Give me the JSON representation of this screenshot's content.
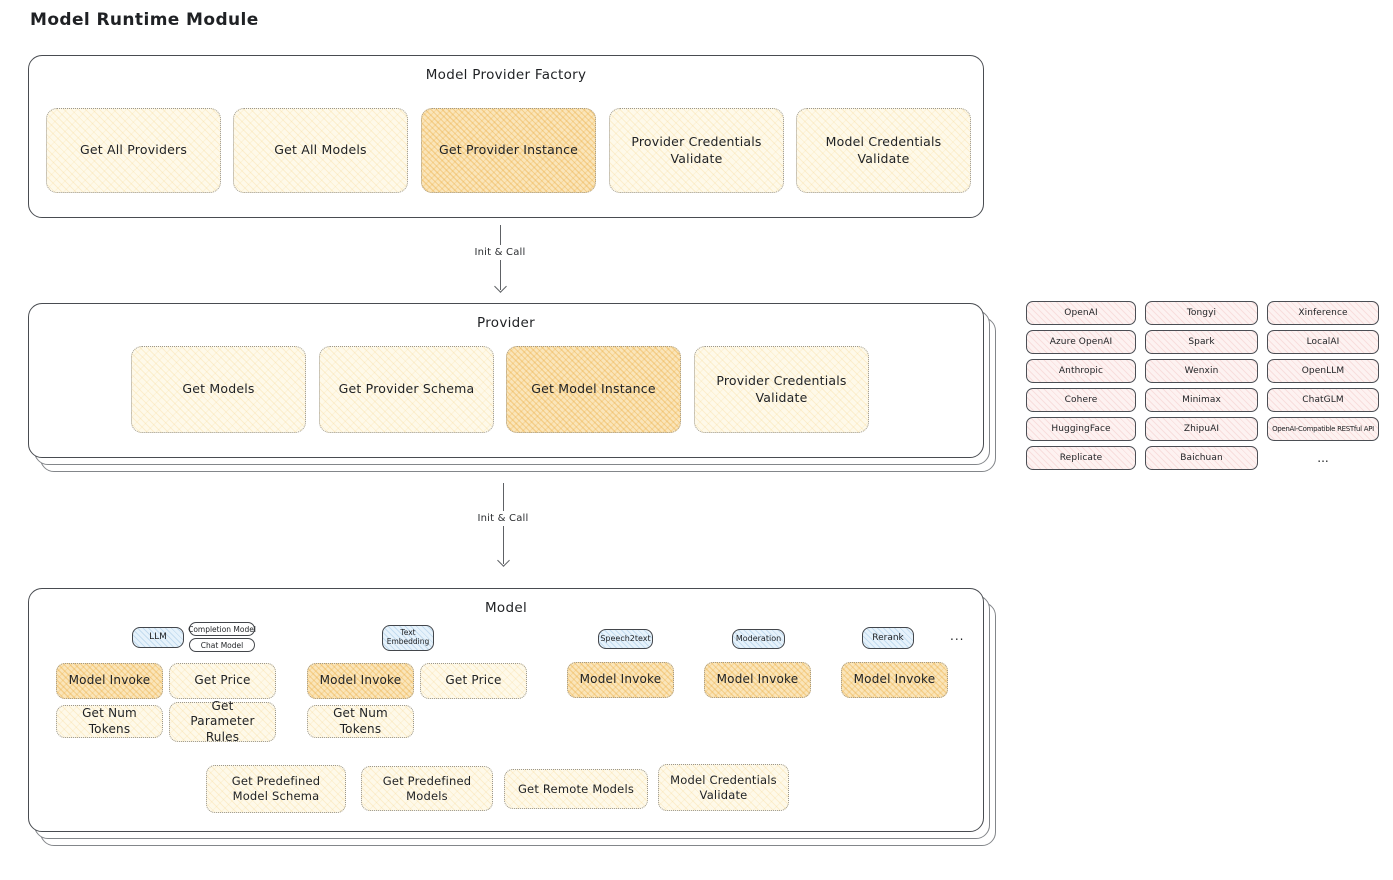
{
  "page_title": "Model Runtime Module",
  "colors": {
    "node_yellow": "#FEF9E9",
    "node_highlight_orange": "#FAE5BA",
    "tab_blue": "#E6F2FB",
    "provider_pink": "#FDF2F1",
    "outline_dark": "#494C51"
  },
  "factory": {
    "title": "Model Provider Factory",
    "buttons": [
      {
        "label": "Get All Providers",
        "highlight": false
      },
      {
        "label": "Get All Models",
        "highlight": false
      },
      {
        "label": "Get Provider Instance",
        "highlight": true
      },
      {
        "label": "Provider Credentials Validate",
        "highlight": false
      },
      {
        "label": "Model Credentials Validate",
        "highlight": false
      }
    ]
  },
  "arrows": {
    "init_call_1": "Init & Call",
    "init_call_2": "Init & Call"
  },
  "provider": {
    "title": "Provider",
    "buttons": [
      {
        "label": "Get Models",
        "highlight": false
      },
      {
        "label": "Get Provider Schema",
        "highlight": false
      },
      {
        "label": "Get Model Instance",
        "highlight": true
      },
      {
        "label": "Provider Credentials Validate",
        "highlight": false
      }
    ]
  },
  "providers": {
    "items": [
      "OpenAI",
      "Tongyi",
      "Xinference",
      "Azure OpenAI",
      "Spark",
      "LocalAI",
      "Anthropic",
      "Wenxin",
      "OpenLLM",
      "Cohere",
      "Minimax",
      "ChatGLM",
      "HuggingFace",
      "ZhipuAI",
      "OpenAI-Compatible RESTful API",
      "Replicate",
      "Baichuan"
    ],
    "ellipsis": "..."
  },
  "model": {
    "title": "Model",
    "tabs": {
      "llm": "LLM",
      "completion_model": "Completion Model",
      "chat_model": "Chat Model",
      "text_embedding": "Text Embedding",
      "speech2text": "Speech2text",
      "moderation": "Moderation",
      "rerank": "Rerank",
      "ellipsis": "..."
    },
    "llm_buttons": [
      {
        "label": "Model Invoke",
        "highlight": true
      },
      {
        "label": "Get Price",
        "highlight": false
      },
      {
        "label": "Get Num Tokens",
        "highlight": false
      },
      {
        "label": "Get Parameter Rules",
        "highlight": false
      }
    ],
    "text_embedding_buttons": [
      {
        "label": "Model Invoke",
        "highlight": true
      },
      {
        "label": "Get Price",
        "highlight": false
      },
      {
        "label": "Get Num Tokens",
        "highlight": false
      }
    ],
    "speech2text_buttons": [
      {
        "label": "Model Invoke",
        "highlight": true
      }
    ],
    "moderation_buttons": [
      {
        "label": "Model Invoke",
        "highlight": true
      }
    ],
    "rerank_buttons": [
      {
        "label": "Model Invoke",
        "highlight": true
      }
    ],
    "common_buttons": [
      {
        "label": "Get Predefined Model Schema"
      },
      {
        "label": "Get Predefined Models"
      },
      {
        "label": "Get Remote Models"
      },
      {
        "label": "Model Credentials Validate"
      }
    ]
  }
}
